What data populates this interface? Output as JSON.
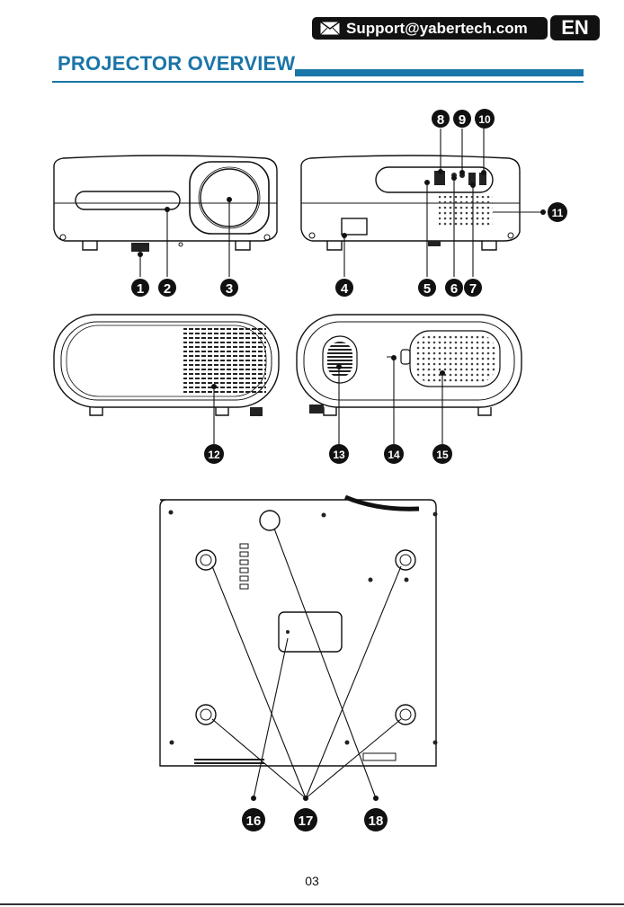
{
  "header": {
    "support_email": "Support@yabertech.com",
    "language_badge": "EN"
  },
  "title": "PROJECTOR OVERVIEW",
  "callouts": [
    "1",
    "2",
    "3",
    "4",
    "5",
    "6",
    "7",
    "8",
    "9",
    "10",
    "11",
    "12",
    "13",
    "14",
    "15",
    "16",
    "17",
    "18"
  ],
  "page_number": "03",
  "colors": {
    "accent": "#1a75a8",
    "ink": "#111111"
  },
  "icons": [
    "mail-icon"
  ]
}
